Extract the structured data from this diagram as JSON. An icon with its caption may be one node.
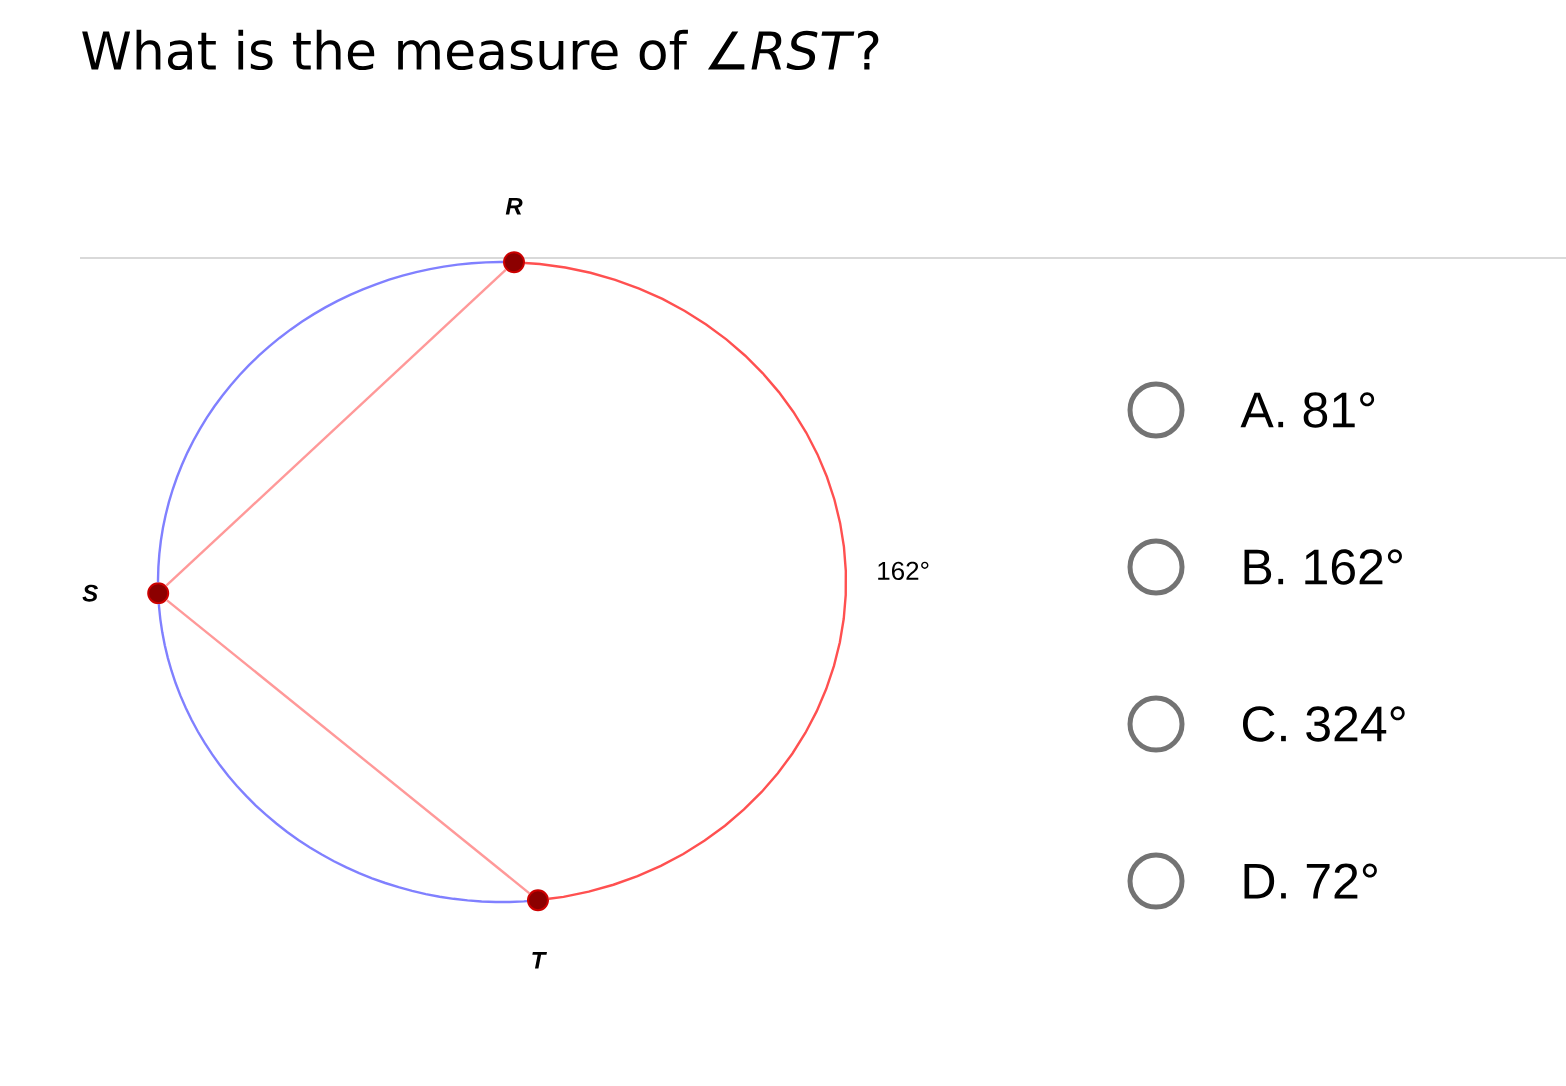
{
  "diagram": {
    "title": "What is the measure of ∠*RST*?",
    "nodes": [
      {
        "text": [],
        "shape": "circle",
        "beside": [
          "R"
        ]
      },
      {
        "text": [],
        "shape": "circle",
        "beside": [
          "S"
        ]
      },
      {
        "text": [],
        "shape": "circle",
        "beside": [
          "T"
        ]
      }
    ],
    "edges": [
      {
        "from": 0,
        "to": 1,
        "arrow": "none",
        "color": "#ff9999"
      },
      {
        "from": 1,
        "to": 2,
        "arrow": "none",
        "color": "#ff9999"
      },
      {
        "from": 0,
        "to": 1,
        "arrow": "none",
        "color": "#8080ff"
      },
      {
        "from": 1,
        "to": 2,
        "arrow": "none",
        "color": "#8080ff"
      },
      {
        "from": 0,
        "to": 2,
        "arrow": "none",
        "color": "#ff5050",
        "label": "162°"
      }
    ],
    "labels": [
      "A. 81°",
      "B. 162°",
      "C. 324°",
      "D. 72°"
    ]
  }
}
